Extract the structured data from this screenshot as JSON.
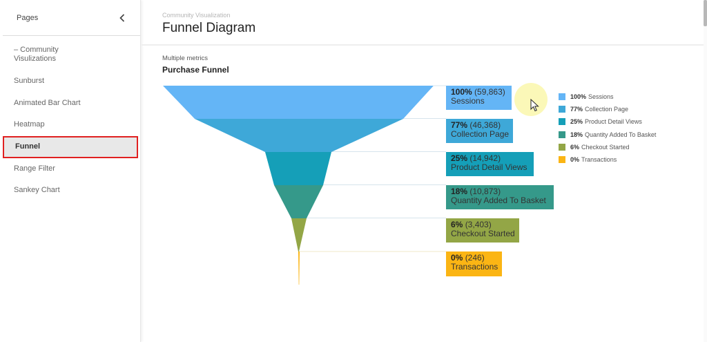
{
  "sidebar": {
    "title": "Pages",
    "collapse_icon": "chevron-left-icon",
    "items": [
      {
        "label": "– Community Visulizations",
        "active": false
      },
      {
        "label": "Sunburst",
        "active": false
      },
      {
        "label": "Animated Bar Chart",
        "active": false
      },
      {
        "label": "Heatmap",
        "active": false
      },
      {
        "label": "Funnel",
        "active": true
      },
      {
        "label": "Range Filter",
        "active": false
      },
      {
        "label": "Sankey Chart",
        "active": false
      }
    ]
  },
  "header": {
    "subtitle": "Community Visualization",
    "title": "Funnel Diagram"
  },
  "chart": {
    "subtitle": "Multiple metrics",
    "title": "Purchase Funnel"
  },
  "chart_data": {
    "type": "funnel",
    "title": "Purchase Funnel",
    "subtitle": "Multiple metrics",
    "categories": [
      "Sessions",
      "Collection Page",
      "Product Detail Views",
      "Quantity Added To Basket",
      "Checkout Started",
      "Transactions"
    ],
    "values": [
      59863,
      46368,
      14942,
      10873,
      3403,
      246
    ],
    "percentages": [
      "100%",
      "77%",
      "25%",
      "18%",
      "6%",
      "0%"
    ],
    "value_labels": [
      "(59,863)",
      "(46,368)",
      "(14,942)",
      "(10,873)",
      "(3,403)",
      "(246)"
    ],
    "colors": [
      "#64b5f6",
      "#3ea8d8",
      "#159fb8",
      "#35998a",
      "#93a646",
      "#fbb514"
    ],
    "legend_position": "right",
    "legend": [
      {
        "pct": "100%",
        "name": "Sessions",
        "color": "#64b5f6"
      },
      {
        "pct": "77%",
        "name": "Collection Page",
        "color": "#3ea8d8"
      },
      {
        "pct": "25%",
        "name": "Product Detail Views",
        "color": "#159fb8"
      },
      {
        "pct": "18%",
        "name": "Quantity Added To Basket",
        "color": "#35998a"
      },
      {
        "pct": "6%",
        "name": "Checkout Started",
        "color": "#93a646"
      },
      {
        "pct": "0%",
        "name": "Transactions",
        "color": "#fbb514"
      }
    ]
  }
}
